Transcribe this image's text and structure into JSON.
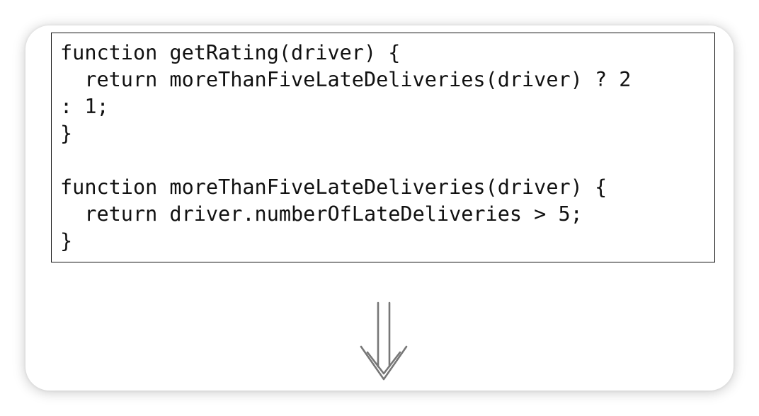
{
  "code": {
    "lines": [
      "function getRating(driver) {",
      "  return moreThanFiveLateDeliveries(driver) ? 2",
      ": 1;",
      "}",
      "",
      "function moreThanFiveLateDeliveries(driver) {",
      "  return driver.numberOfLateDeliveries > 5;",
      "}"
    ]
  },
  "arrow": {
    "icon": "double-down-arrow-icon",
    "color": "#777777"
  }
}
